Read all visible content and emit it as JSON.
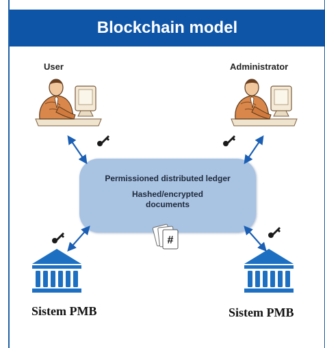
{
  "header": {
    "title": "Blockchain model"
  },
  "nodes": {
    "user": "User",
    "administrator": "Administrator",
    "sistem_left": "Sistem PMB",
    "sistem_right": "Sistem PMB"
  },
  "ledger": {
    "title": "Permissioned distributed ledger",
    "line2": "Hashed/encrypted",
    "line3": "documents"
  },
  "hash_symbol": "#",
  "colors": {
    "header": "#0e55a8",
    "ledger": "#a9c3e3",
    "arrow": "#1a5fb4",
    "building": "#1d6fc1"
  }
}
